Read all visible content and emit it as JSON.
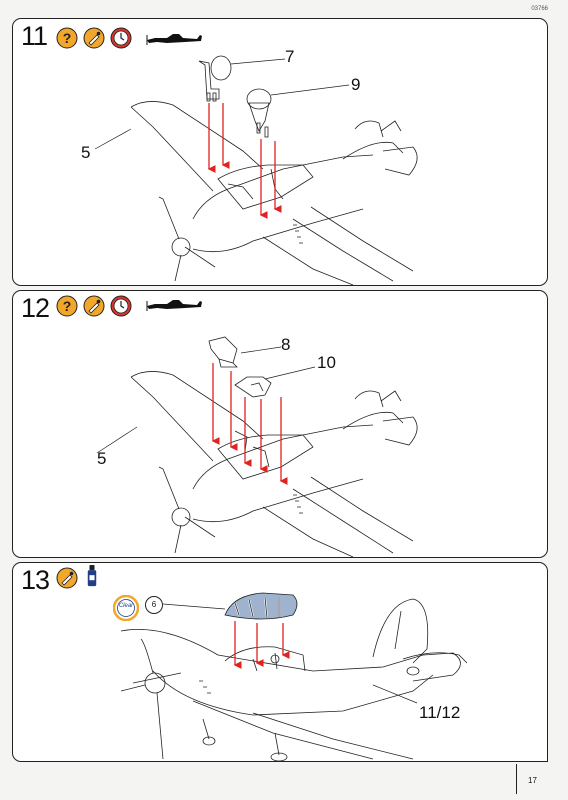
{
  "document_code": "03766",
  "page_number": "17",
  "steps": [
    {
      "number": "11",
      "icons": [
        "question-icon",
        "paint-brush-icon",
        "clock-icon",
        "aircraft-silhouette-icon"
      ],
      "callouts": [
        "7",
        "9",
        "5"
      ]
    },
    {
      "number": "12",
      "icons": [
        "question-icon",
        "paint-brush-icon",
        "clock-icon",
        "aircraft-silhouette-icon"
      ],
      "callouts": [
        "8",
        "10",
        "5"
      ]
    },
    {
      "number": "13",
      "icons": [
        "paint-brush-icon",
        "glue-bottle-icon"
      ],
      "clear_label": "Clear",
      "part_number": "6",
      "callouts": [
        "11/12"
      ]
    }
  ],
  "colors": {
    "icon_orange": "#f3a72a",
    "icon_red": "#d9352b",
    "arrow_red": "#e0231e",
    "line": "#222222",
    "canopy_blue": "#9fb3cf"
  }
}
